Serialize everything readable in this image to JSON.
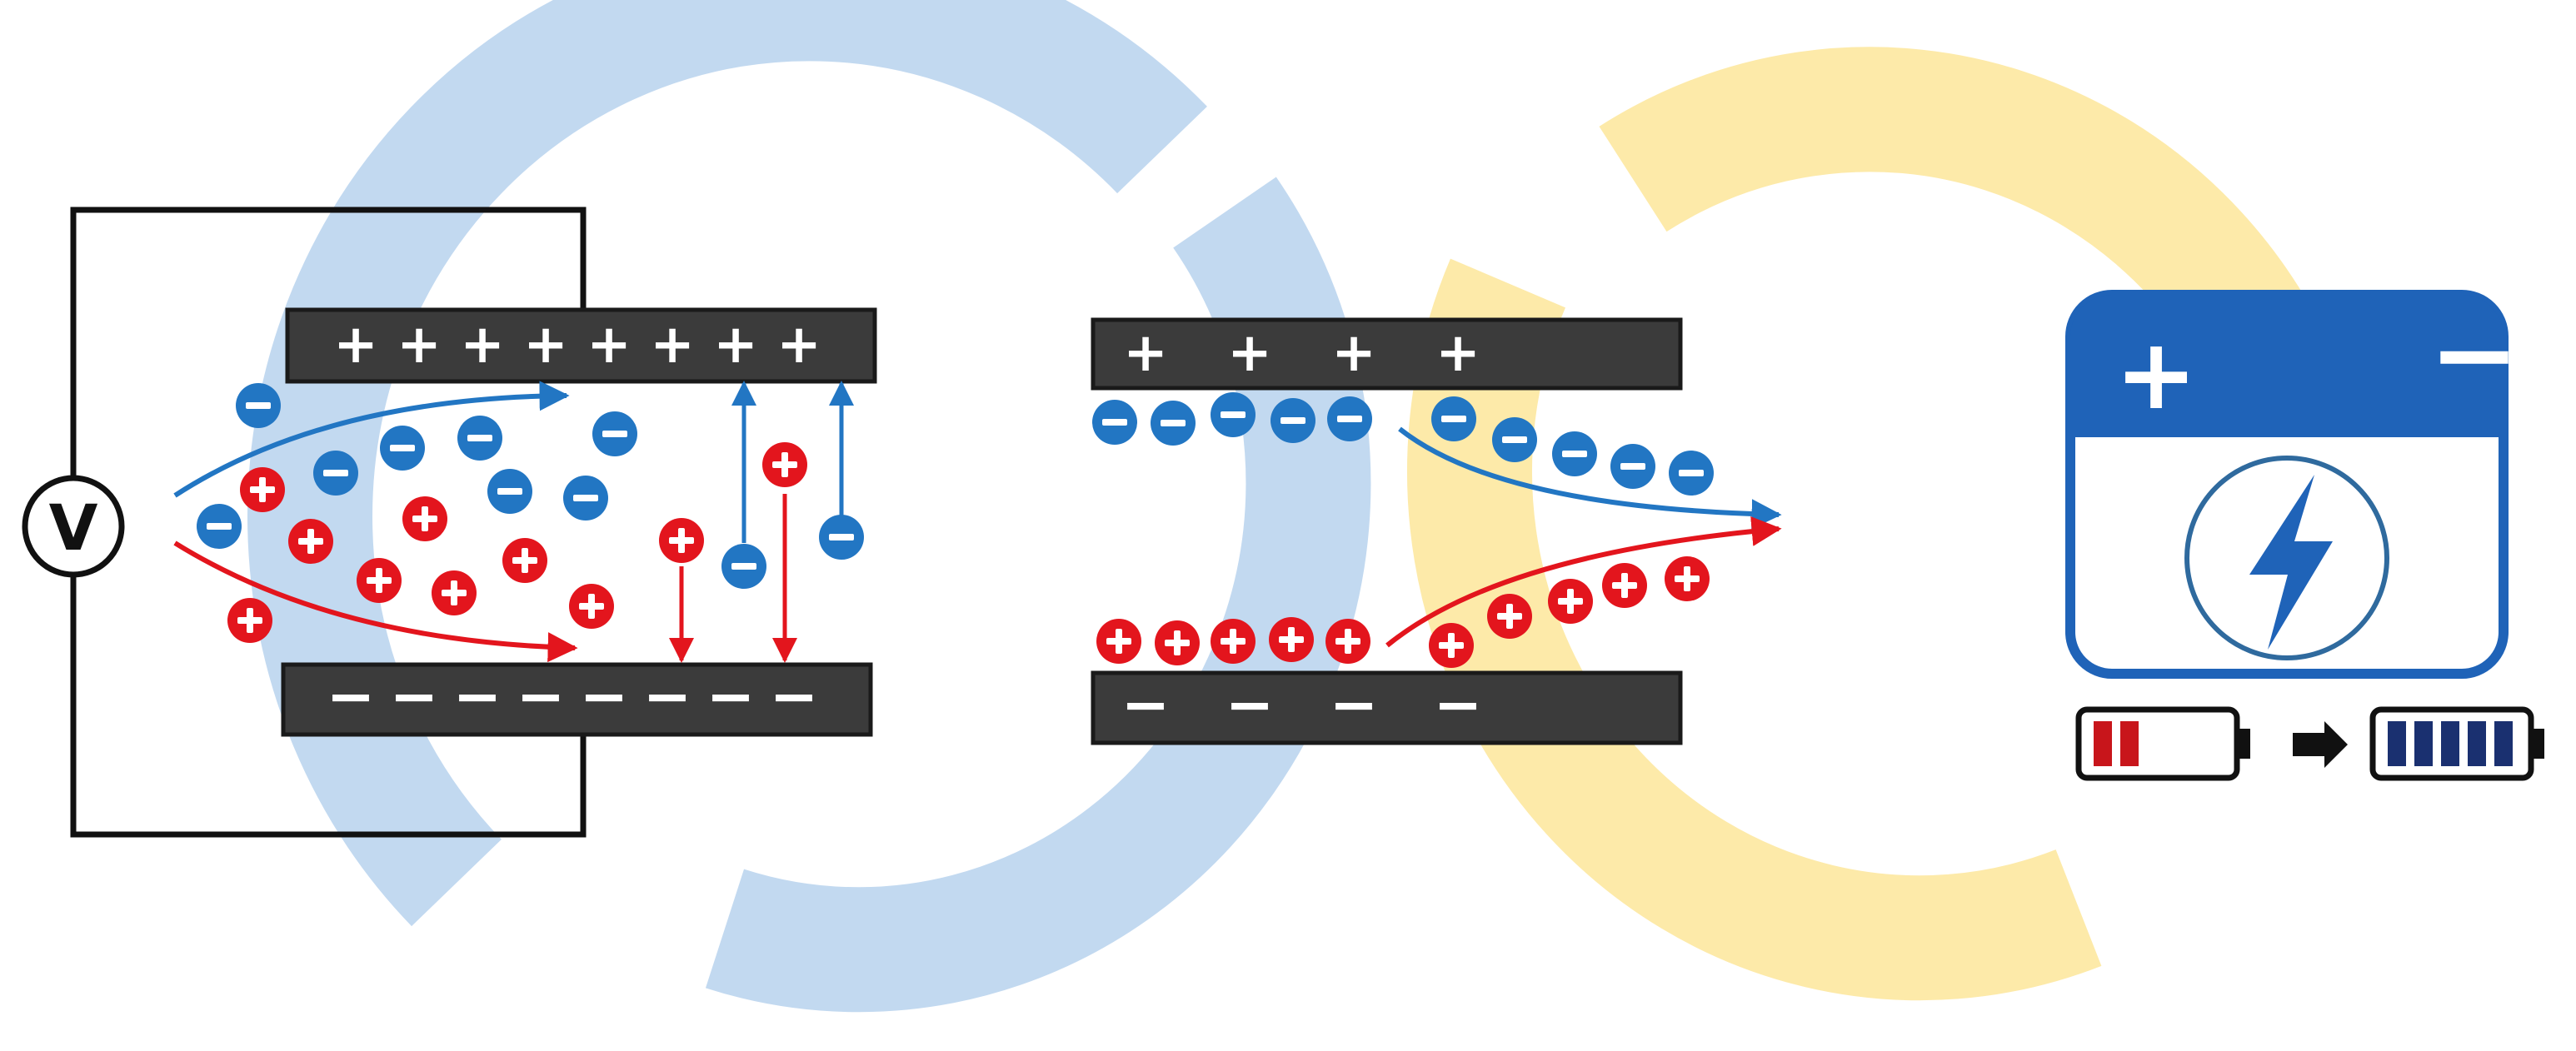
{
  "colors": {
    "plate": "#3b3b3b",
    "plate_outline": "#1a1a1a",
    "wire": "#111111",
    "anion": "#2276c3",
    "cation": "#e3151d",
    "cycle_blue": "#c2d9f0",
    "cycle_yellow": "#fdeaa9",
    "battery_blue": "#1f63b8",
    "icon_blue": "#2f6a9e",
    "charge_low": "#c8151b",
    "charge_full": "#1a3070",
    "white": "#ffffff"
  },
  "voltmeter": {
    "label": "V"
  },
  "symbols": {
    "plus": "+",
    "minus": "−"
  },
  "stage_charge": {
    "top_plate_plus_count": 8,
    "bottom_plate_minus_count": 8
  },
  "stage_discharge": {
    "top_plate_plus_count": 4,
    "bottom_plate_minus_count": 4
  },
  "battery_icon": {
    "plus_label": "+",
    "minus_label": "−",
    "bolt_icon": "lightning-bolt-icon",
    "empty_level": 0.28,
    "full_level": 1.0,
    "empty_bars": 2,
    "full_bars": 5
  },
  "arrow_icon": "right-arrow-icon"
}
